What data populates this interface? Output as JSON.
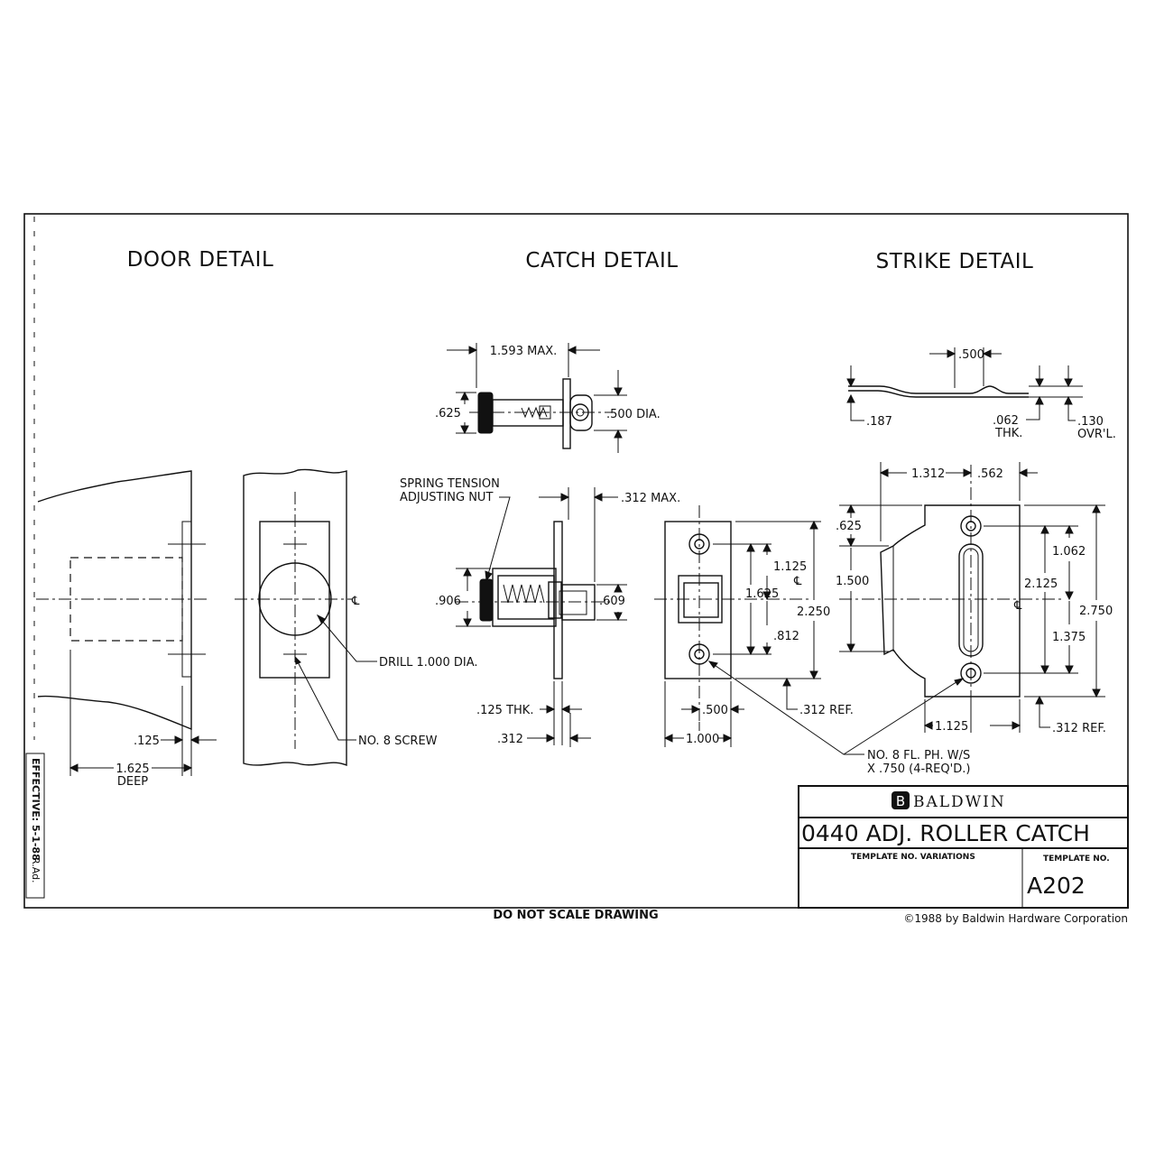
{
  "headers": {
    "door": "DOOR DETAIL",
    "catch": "CATCH DETAIL",
    "strike": "STRIKE DETAIL"
  },
  "door": {
    "drill_note": "DRILL 1.000 DIA.",
    "screw_note": "NO. 8 SCREW",
    "dim_125": ".125",
    "dim_depth": "1.625",
    "dim_deep_label": "DEEP",
    "centerline": "℄"
  },
  "catch": {
    "dim_max_top": "1.593 MAX.",
    "dim_625": ".625",
    "dim_dia": ".500 DIA.",
    "spring_note_line1": "SPRING TENSION",
    "spring_note_line2": "ADJUSTING NUT",
    "dim_312_max": ".312 MAX.",
    "dim_906": ".906",
    "dim_609": ".609",
    "dim_125_thk": ".125 THK.",
    "dim_312": ".312",
    "plate_dim_1125": "1.125",
    "plate_dim_1625": "1.625",
    "plate_dim_2250": "2.250",
    "plate_dim_812": ".812",
    "plate_dim_500": ".500",
    "plate_dim_1000": "1.000",
    "plate_dim_312_ref": ".312 REF.",
    "centerline": "℄"
  },
  "strike": {
    "dim_500": ".500",
    "dim_187": ".187",
    "dim_062": ".062",
    "dim_062_thk": "THK.",
    "dim_130": ".130",
    "dim_130_ovrl": "OVR'L.",
    "dim_1312": "1.312",
    "dim_562": ".562",
    "dim_625": ".625",
    "dim_1500": "1.500",
    "dim_1062": "1.062",
    "dim_2125": "2.125",
    "dim_1375": "1.375",
    "dim_2750": "2.750",
    "dim_1125": "1.125",
    "dim_312_ref": ".312 REF.",
    "centerline": "℄"
  },
  "screw_note_line1": "NO. 8 FL. PH. W/S",
  "screw_note_line2": "X .750 (4-REQ'D.)",
  "title_block": {
    "brand_initial": "B",
    "brand": "BALDWIN",
    "product": "0440 ADJ. ROLLER CATCH",
    "variations_label": "TEMPLATE NO. VARIATIONS",
    "template_no_label": "TEMPLATE NO.",
    "template_no": "A202"
  },
  "effective": "EFFECTIVE: 5-1-88",
  "effective_initials": "R.Ad.",
  "footer_note": "DO NOT SCALE DRAWING",
  "copyright": "©1988 by Baldwin Hardware Corporation"
}
